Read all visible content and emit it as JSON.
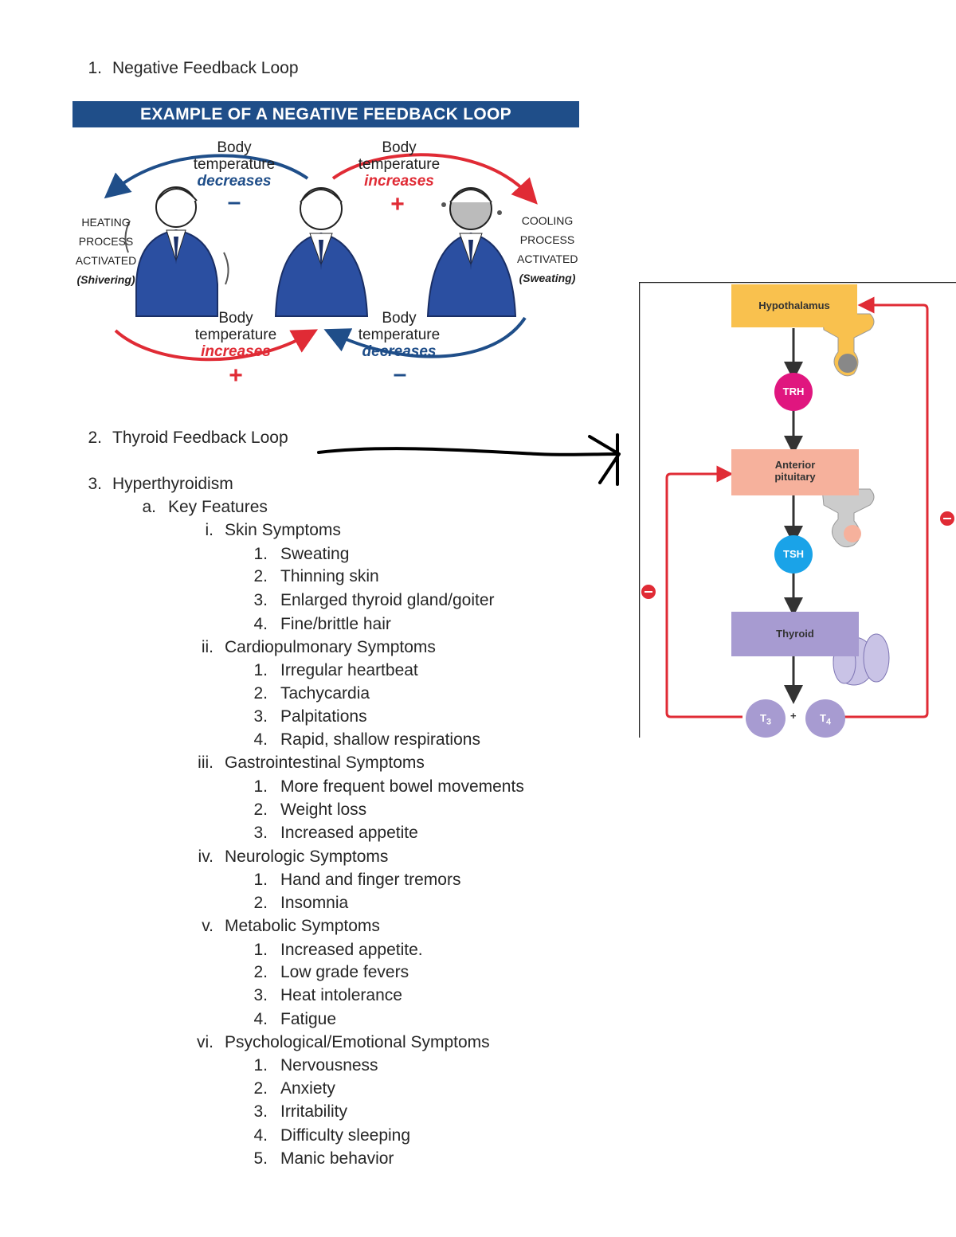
{
  "sections": [
    {
      "num": "1.",
      "title": "Negative Feedback Loop"
    },
    {
      "num": "2.",
      "title": "Thyroid Feedback Loop"
    },
    {
      "num": "3.",
      "title": "Hyperthyroidism"
    }
  ],
  "negative_feedback_figure": {
    "banner": "EXAMPLE OF A NEGATIVE FEEDBACK LOOP",
    "body": "Body",
    "temperature": "temperature",
    "decreases": "decreases",
    "increases": "increases",
    "minus": "–",
    "plus": "+",
    "heating": [
      "HEATING",
      "PROCESS",
      "ACTIVATED",
      "(Shivering)"
    ],
    "cooling": [
      "COOLING",
      "PROCESS",
      "ACTIVATED",
      "(Sweating)"
    ],
    "colors": {
      "blue": "#1f4e89",
      "red": "#e02b35"
    }
  },
  "thyroid_figure": {
    "hypothalamus": "Hypothalamus",
    "trh": "TRH",
    "anterior_pituitary_1": "Anterior",
    "anterior_pituitary_2": "pituitary",
    "tsh": "TSH",
    "thyroid": "Thyroid",
    "t3": "T",
    "t3_sub": "3",
    "plus": "+",
    "t4": "T",
    "t4_sub": "4",
    "colors": {
      "hypothalamus": "#f9c14e",
      "trh": "#e0167f",
      "pituitary": "#f6b19c",
      "tsh": "#1aa3e8",
      "thyroid": "#a79bd1",
      "t3t4": "#a79bd1",
      "loop": "#e02b35"
    }
  },
  "outline": {
    "key_features": {
      "marker": "a.",
      "label": "Key Features"
    },
    "groups": [
      {
        "marker": "i.",
        "label": "Skin Symptoms",
        "items": [
          "Sweating",
          "Thinning skin",
          "Enlarged thyroid gland/goiter",
          "Fine/brittle hair"
        ]
      },
      {
        "marker": "ii.",
        "label": "Cardiopulmonary Symptoms",
        "items": [
          "Irregular heartbeat",
          "Tachycardia",
          "Palpitations",
          "Rapid, shallow respirations"
        ]
      },
      {
        "marker": "iii.",
        "label": "Gastrointestinal Symptoms",
        "items": [
          "More frequent bowel movements",
          "Weight loss",
          "Increased appetite"
        ]
      },
      {
        "marker": "iv.",
        "label": "Neurologic Symptoms",
        "items": [
          "Hand and finger tremors",
          "Insomnia"
        ]
      },
      {
        "marker": "v.",
        "label": "Metabolic Symptoms",
        "items": [
          "Increased appetite.",
          "Low grade fevers",
          "Heat intolerance",
          "Fatigue"
        ]
      },
      {
        "marker": "vi.",
        "label": "Psychological/Emotional Symptoms",
        "items": [
          "Nervousness",
          "Anxiety",
          "Irritability",
          "Difficulty sleeping",
          "Manic behavior"
        ]
      }
    ]
  }
}
